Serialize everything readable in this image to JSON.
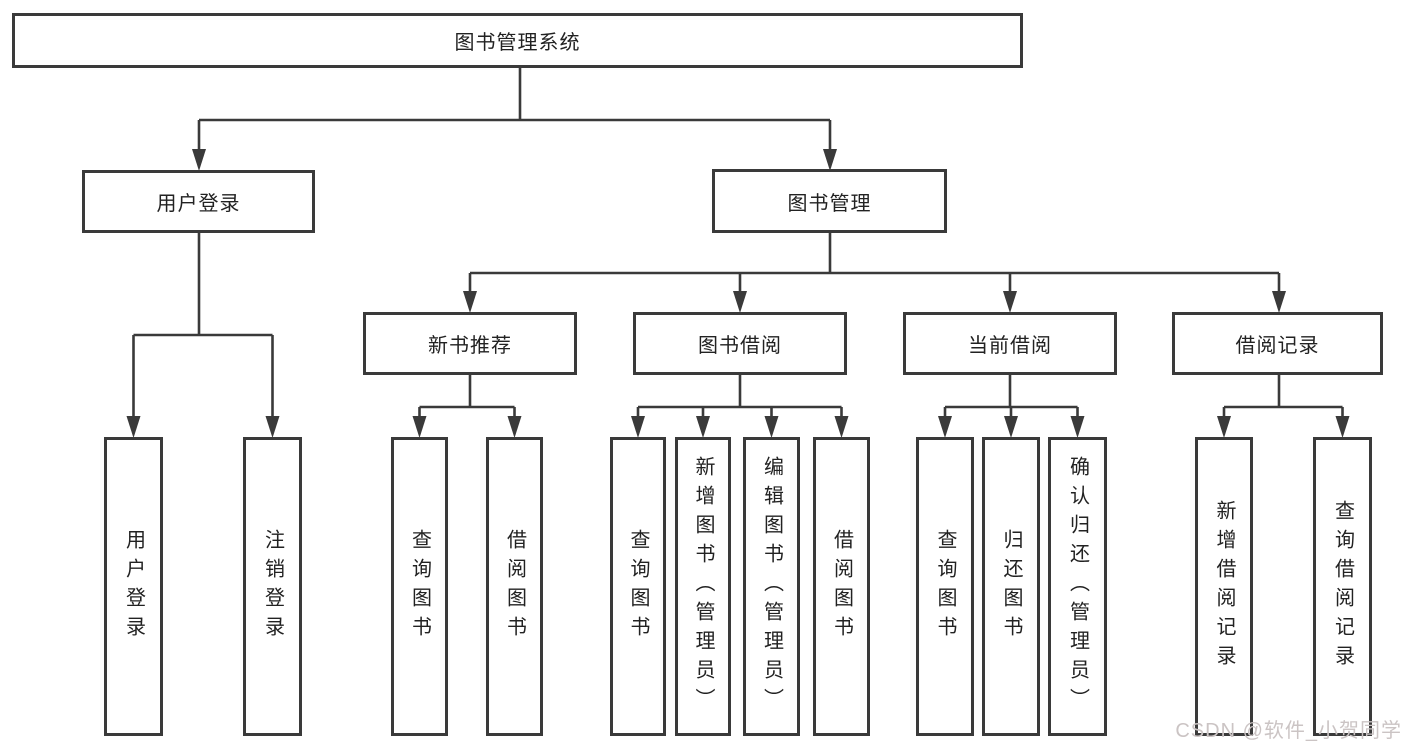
{
  "diagram": {
    "root": "图书管理系统",
    "branches": {
      "user_login": "用户登录",
      "book_mgmt": "图书管理"
    },
    "sections": {
      "new_books": "新书推荐",
      "borrowing": "图书借阅",
      "current": "当前借阅",
      "records": "借阅记录"
    },
    "leaves": {
      "login": "用户登录",
      "logout": "注销登录",
      "nb_query": "查询图书",
      "nb_borrow": "借阅图书",
      "bw_query": "查询图书",
      "bw_add": "新增图书（管理员）",
      "bw_edit": "编辑图书（管理员）",
      "bw_borrow": "借阅图书",
      "cur_query": "查询图书",
      "cur_return": "归还图书",
      "cur_confirm": "确认归还（管理员）",
      "rec_add": "新增借阅记录",
      "rec_query": "查询借阅记录"
    }
  },
  "watermark": "CSDN @软件_小贺同学",
  "colors": {
    "line": "#3a3a3a",
    "text": "#222222",
    "watermark": "#cbc4c4",
    "background": "#ffffff"
  }
}
